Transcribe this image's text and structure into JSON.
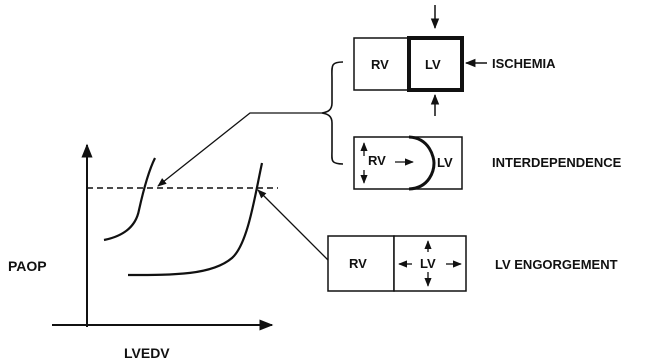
{
  "axes": {
    "y_label": "PAOP",
    "x_label": "LVEDV"
  },
  "boxes": {
    "ischemia": {
      "left": "RV",
      "right": "LV",
      "caption": "ISCHEMIA"
    },
    "interdependence": {
      "left": "RV",
      "right": "LV",
      "caption": "INTERDEPENDENCE"
    },
    "engorgement": {
      "left": "RV",
      "right": "LV",
      "caption": "LV ENGORGEMENT"
    }
  }
}
